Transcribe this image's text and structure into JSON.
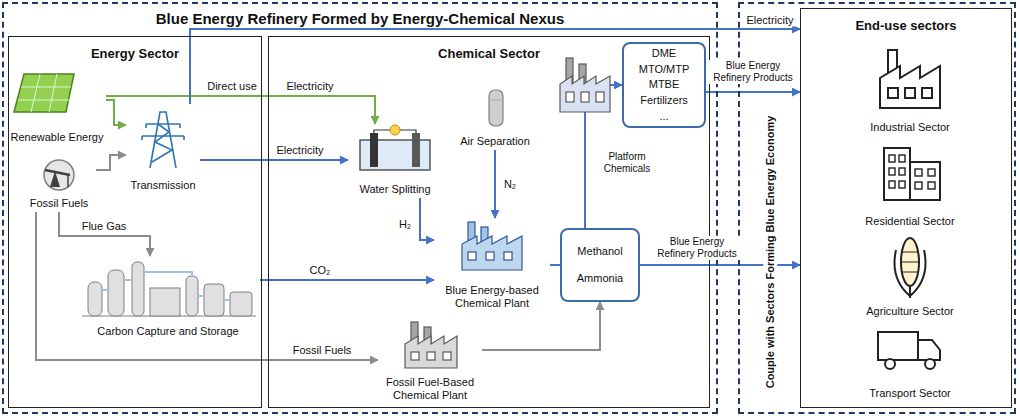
{
  "diagram": {
    "nodes": [
      {
        "text": [
          "Blue Energy Refinery Formed by Energy-Chemical Nexus"
        ]
      },
      {
        "text": [
          "Energy Sector"
        ],
        "in": 0
      },
      {
        "text": [
          "Renewable Energy"
        ],
        "in": 1
      },
      {
        "text": [
          "Transmission"
        ],
        "in": 1
      },
      {
        "text": [
          "Fossil Fuels"
        ],
        "in": 1
      },
      {
        "text": [
          "Carbon Capture and Storage"
        ],
        "in": 1
      },
      {
        "text": [
          "Chemical Sector"
        ],
        "in": 0
      },
      {
        "text": [
          "Water Splitting"
        ],
        "in": 6
      },
      {
        "text": [
          "Air Separation"
        ],
        "in": 6
      },
      {
        "text": [
          "Blue Energy-based Chemical Plant"
        ],
        "in": 6
      },
      {
        "text": [
          "Methanol",
          "Ammonia"
        ],
        "in": 6
      },
      {
        "text": [
          "Fossil Fuel-Based Chemical Plant"
        ],
        "in": 6
      },
      {
        "text": [
          "DME",
          "MTO/MTP",
          "MTBE",
          "Fertilizers",
          "..."
        ],
        "in": 6
      },
      {
        "text": [
          "Couple with Sectors Forming Blue Energy Economy"
        ]
      },
      {
        "text": [
          "End-use sectors"
        ],
        "in": 13
      },
      {
        "text": [
          "Industrial Sector"
        ],
        "in": 14
      },
      {
        "text": [
          "Residential Sector"
        ],
        "in": 14
      },
      {
        "text": [
          "Agriculture Sector"
        ],
        "in": 14
      },
      {
        "text": [
          "Transport Sector"
        ],
        "in": 14
      }
    ],
    "edges": [
      {
        "from": 2,
        "to": 3,
        "arrow": "to"
      },
      {
        "from": 2,
        "to": 7,
        "label": "Direct use",
        "arrow": "to"
      },
      {
        "from": 4,
        "to": 3,
        "arrow": "to"
      },
      {
        "from": 3,
        "to": 7,
        "label": "Electricity",
        "arrow": "to"
      },
      {
        "from": 3,
        "to": 14,
        "label": "Electricity",
        "arrow": "to"
      },
      {
        "from": 4,
        "to": 5,
        "label": "Flue Gas",
        "arrow": "to"
      },
      {
        "from": 5,
        "to": 9,
        "label": "CO₂",
        "arrow": "to"
      },
      {
        "from": 4,
        "to": 11,
        "label": "Fossil Fuels",
        "arrow": "to"
      },
      {
        "from": 7,
        "to": 9,
        "label": "H₂",
        "arrow": "to"
      },
      {
        "from": 8,
        "to": 9,
        "label": "N₂",
        "arrow": "to"
      },
      {
        "from": 9,
        "to": 10,
        "arrow": "none"
      },
      {
        "from": 11,
        "to": 10,
        "arrow": "to"
      },
      {
        "from": 10,
        "to": 12,
        "label": "Platform Chemicals",
        "arrow": "to"
      },
      {
        "from": 12,
        "to": 14,
        "label": "Blue Energy Refinery Products",
        "arrow": "to"
      },
      {
        "from": 10,
        "to": 14,
        "label": "Blue Energy Refinery Products",
        "arrow": "to"
      }
    ],
    "labels": [
      "Electricity"
    ]
  }
}
